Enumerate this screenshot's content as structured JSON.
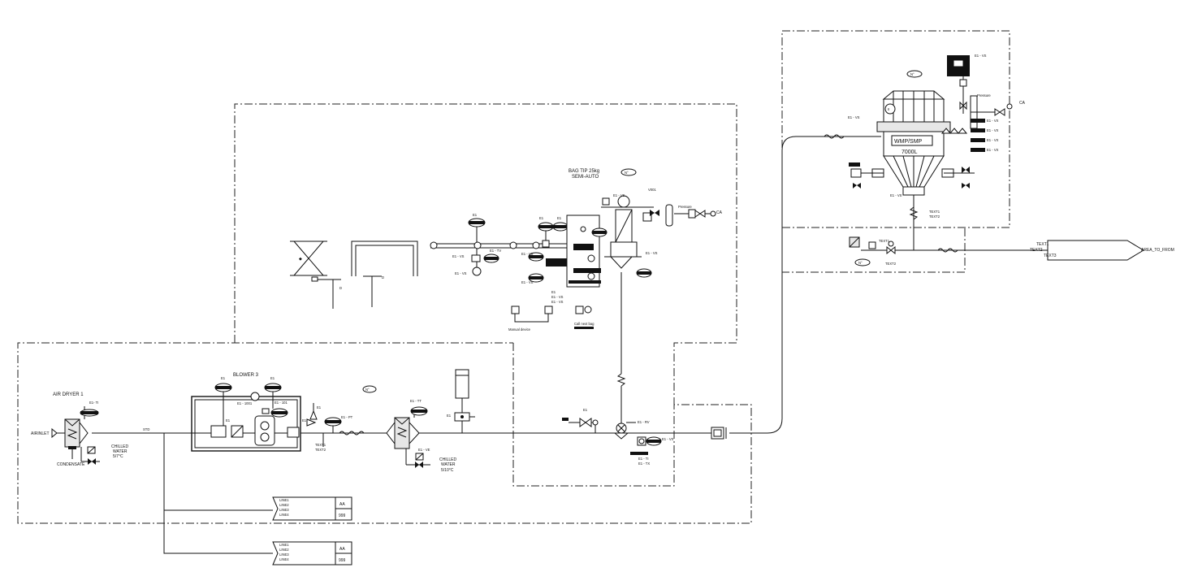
{
  "equipment": {
    "air_dryer_title": "AIR DRYER 1",
    "air_inlet": "AIRINLET",
    "condensate": "CONDENSATE",
    "chilled_water_1": "CHILLED",
    "chilled_water_1b": "WATER",
    "chilled_water_1c": "5/7°C",
    "chilled_water_2": "CHILLED",
    "chilled_water_2b": "WATER",
    "chilled_water_2c": "5/10°C",
    "blower_title": "BLOWER 3",
    "bag_tip_title": "BAG TIP 25kg",
    "bag_tip_subtitle": "SEMI-AUTO",
    "manual_device": "Manual device",
    "call_next_bag": "Call next bag",
    "vessel_label": "WMP/SMP",
    "vessel_volume": "7000L",
    "ca_label_1": "CA",
    "ca_label_2": "CA",
    "area_to_from": "AREA_TO_FROM",
    "text1": "TEXT1",
    "text2": "TEXT2",
    "text3": "TEXT3",
    "line_std": "STD",
    "nr_badge": "N°"
  },
  "line_boxes": [
    {
      "lines": [
        "LINE1",
        "LINE2",
        "LINE3",
        "LINE4"
      ],
      "code": "AA",
      "number": "999"
    },
    {
      "lines": [
        "LINE1",
        "LINE2",
        "LINE3",
        "LINE4"
      ],
      "code": "AA",
      "number": "999"
    }
  ],
  "colors": {
    "line": "#111111",
    "background": "#ffffff"
  }
}
